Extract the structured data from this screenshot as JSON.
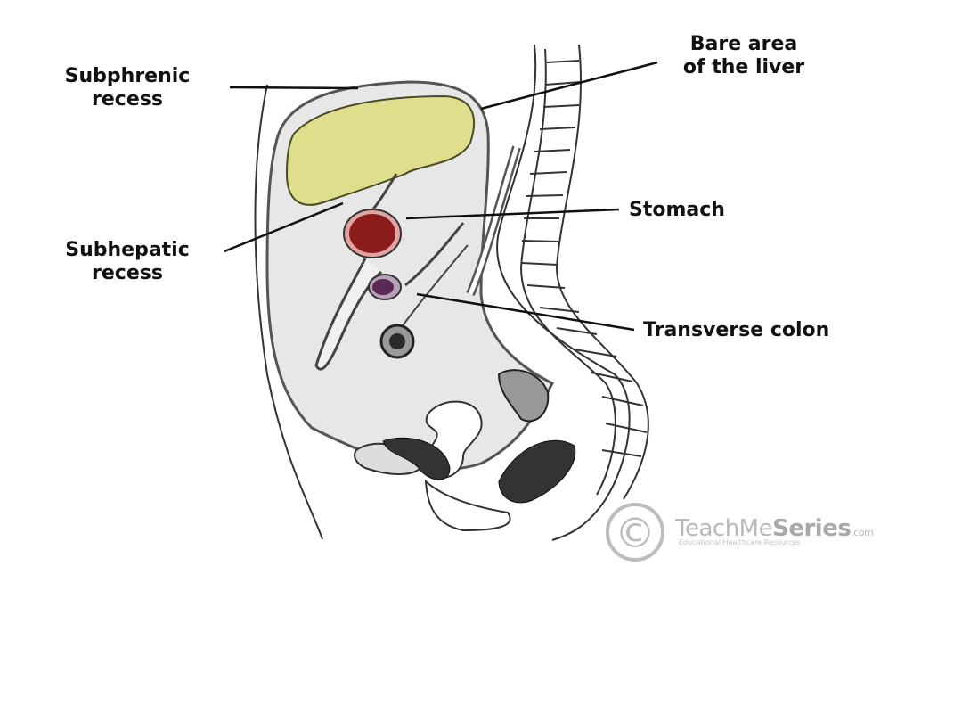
{
  "labels": {
    "subphrenic": "Subphrenic\nrecess",
    "bare_area": "Bare area\nof the liver",
    "stomach": "Stomach",
    "subhepatic": "Subhepatic\nrecess",
    "transverse_colon": "Transverse colon"
  },
  "watermark": {
    "brand_light": "TeachMe",
    "brand_bold": "Series",
    "domain_suffix": ".com",
    "tagline": "Educational Healthcare Resources",
    "copyright_symbol": "©"
  },
  "colors": {
    "liver": "#dede8c",
    "stomach": "#8a1c1c",
    "stomach_rim": "#e2a3a3",
    "colon": "#5a2a55",
    "peritoneum": "#e7e7e7",
    "outline": "#2a2a2a"
  }
}
